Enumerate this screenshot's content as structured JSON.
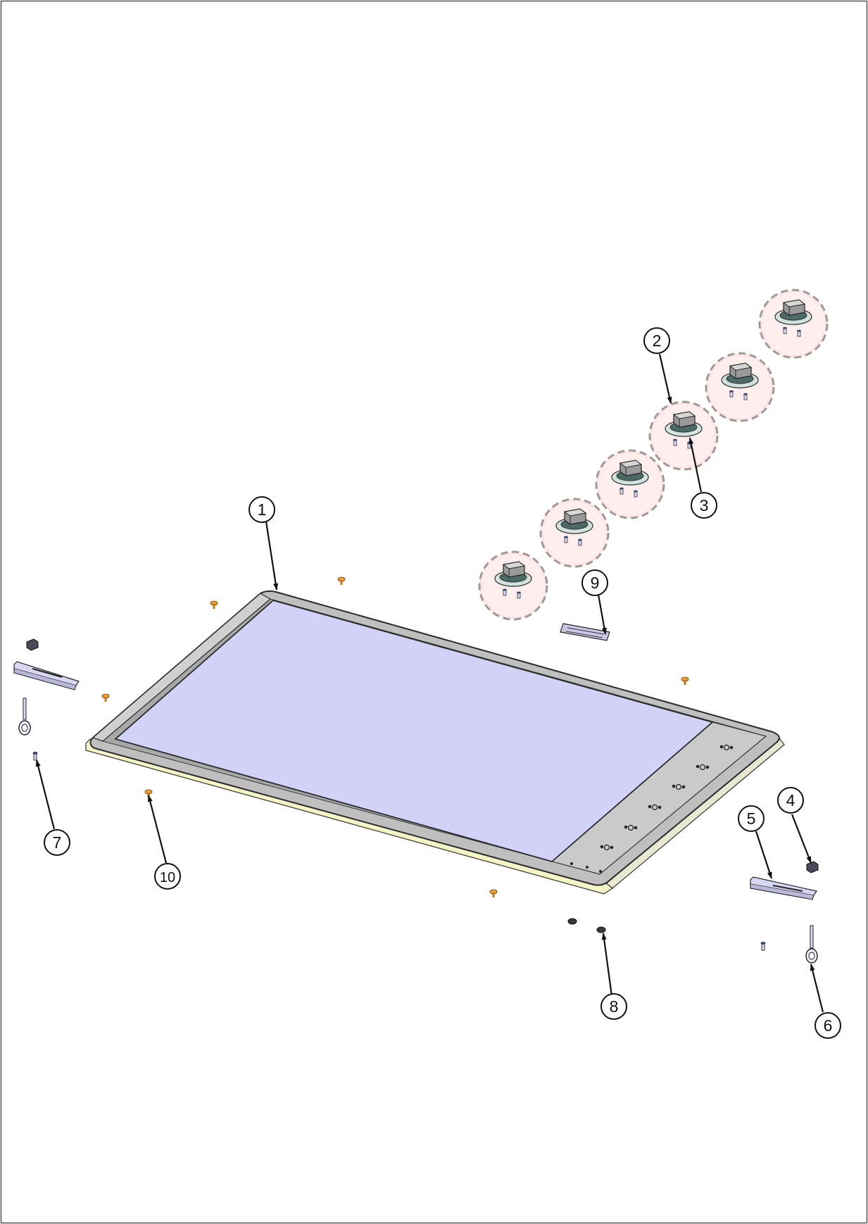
{
  "callouts": [
    {
      "number": "1",
      "target": "cooktop-glass-top"
    },
    {
      "number": "2",
      "target": "control-knob"
    },
    {
      "number": "3",
      "target": "knob-screw"
    },
    {
      "number": "4",
      "target": "bracket-clip"
    },
    {
      "number": "5",
      "target": "fixing-bracket"
    },
    {
      "number": "6",
      "target": "fixing-hook-bolt"
    },
    {
      "number": "7",
      "target": "bracket-screw"
    },
    {
      "number": "8",
      "target": "rubber-foot"
    },
    {
      "number": "9",
      "target": "rating-plate"
    },
    {
      "number": "10",
      "target": "frame-screw"
    }
  ],
  "part_count": 10,
  "knob_count": 6,
  "colors": {
    "border": "#555555",
    "glass": "#d2d2f9",
    "frame": "#bfbfbf",
    "frame_dark": "#3a3a3a",
    "edge_trim": "#f4f4c6",
    "control_panel": "#cacaca",
    "knob_highlight": "#ffe0e0",
    "knob_ring": "#9a9a9a",
    "screw_orange": "#e0982c",
    "bracket_blue": "#d8d8f4",
    "leader": "#111111"
  }
}
